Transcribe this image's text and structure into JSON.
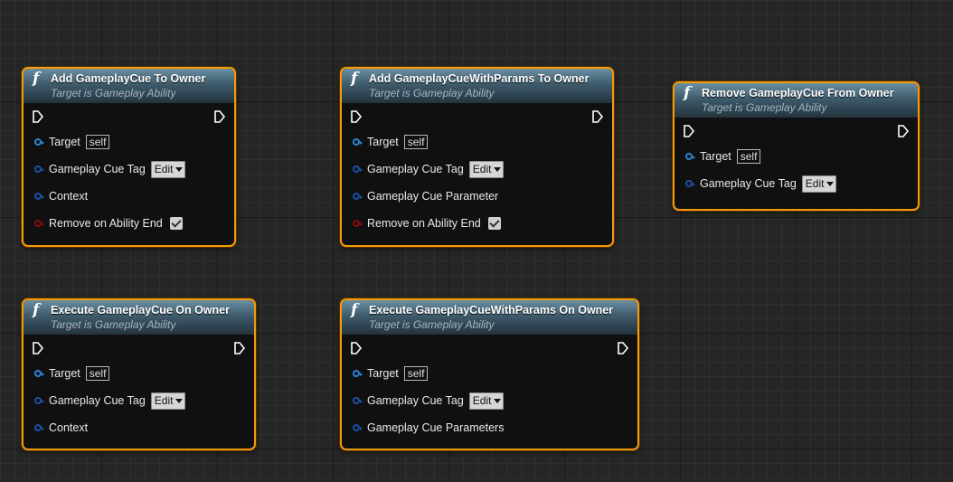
{
  "graph": {
    "nodes": [
      {
        "title": "Add GameplayCue To Owner",
        "subtitle": "Target is Gameplay Ability",
        "pins": [
          {
            "label": "Target",
            "kind": "obj",
            "widget": "self",
            "widget_text": "self"
          },
          {
            "label": "Gameplay Cue Tag",
            "kind": "struct",
            "widget": "edit",
            "widget_text": "Edit"
          },
          {
            "label": "Context",
            "kind": "struct"
          },
          {
            "label": "Remove on Ability End",
            "kind": "bool",
            "widget": "checkbox",
            "checked": true
          }
        ]
      },
      {
        "title": "Add GameplayCueWithParams To Owner",
        "subtitle": "Target is Gameplay Ability",
        "pins": [
          {
            "label": "Target",
            "kind": "obj",
            "widget": "self",
            "widget_text": "self"
          },
          {
            "label": "Gameplay Cue Tag",
            "kind": "struct",
            "widget": "edit",
            "widget_text": "Edit"
          },
          {
            "label": "Gameplay Cue Parameter",
            "kind": "struct"
          },
          {
            "label": "Remove on Ability End",
            "kind": "bool",
            "widget": "checkbox",
            "checked": true
          }
        ]
      },
      {
        "title": "Remove GameplayCue From Owner",
        "subtitle": "Target is Gameplay Ability",
        "pins": [
          {
            "label": "Target",
            "kind": "obj",
            "widget": "self",
            "widget_text": "self"
          },
          {
            "label": "Gameplay Cue Tag",
            "kind": "struct",
            "widget": "edit",
            "widget_text": "Edit"
          }
        ]
      },
      {
        "title": "Execute GameplayCue On Owner",
        "subtitle": "Target is Gameplay Ability",
        "pins": [
          {
            "label": "Target",
            "kind": "obj",
            "widget": "self",
            "widget_text": "self"
          },
          {
            "label": "Gameplay Cue Tag",
            "kind": "struct",
            "widget": "edit",
            "widget_text": "Edit"
          },
          {
            "label": "Context",
            "kind": "struct"
          }
        ]
      },
      {
        "title": "Execute GameplayCueWithParams On Owner",
        "subtitle": "Target is Gameplay Ability",
        "pins": [
          {
            "label": "Target",
            "kind": "obj",
            "widget": "self",
            "widget_text": "self"
          },
          {
            "label": "Gameplay Cue Tag",
            "kind": "struct",
            "widget": "edit",
            "widget_text": "Edit"
          },
          {
            "label": "Gameplay Cue Parameters",
            "kind": "struct"
          }
        ]
      }
    ]
  },
  "colors": {
    "selection_outline": "#f29a0c",
    "header_gradient_top": "#6b8fa3",
    "object_pin": "#2a86d6",
    "struct_pin": "#1d4fa8",
    "bool_pin": "#8f0a0a"
  },
  "icons": {
    "function": "function-f-icon",
    "exec_in": "exec-input-pin-icon",
    "exec_out": "exec-output-pin-icon"
  }
}
